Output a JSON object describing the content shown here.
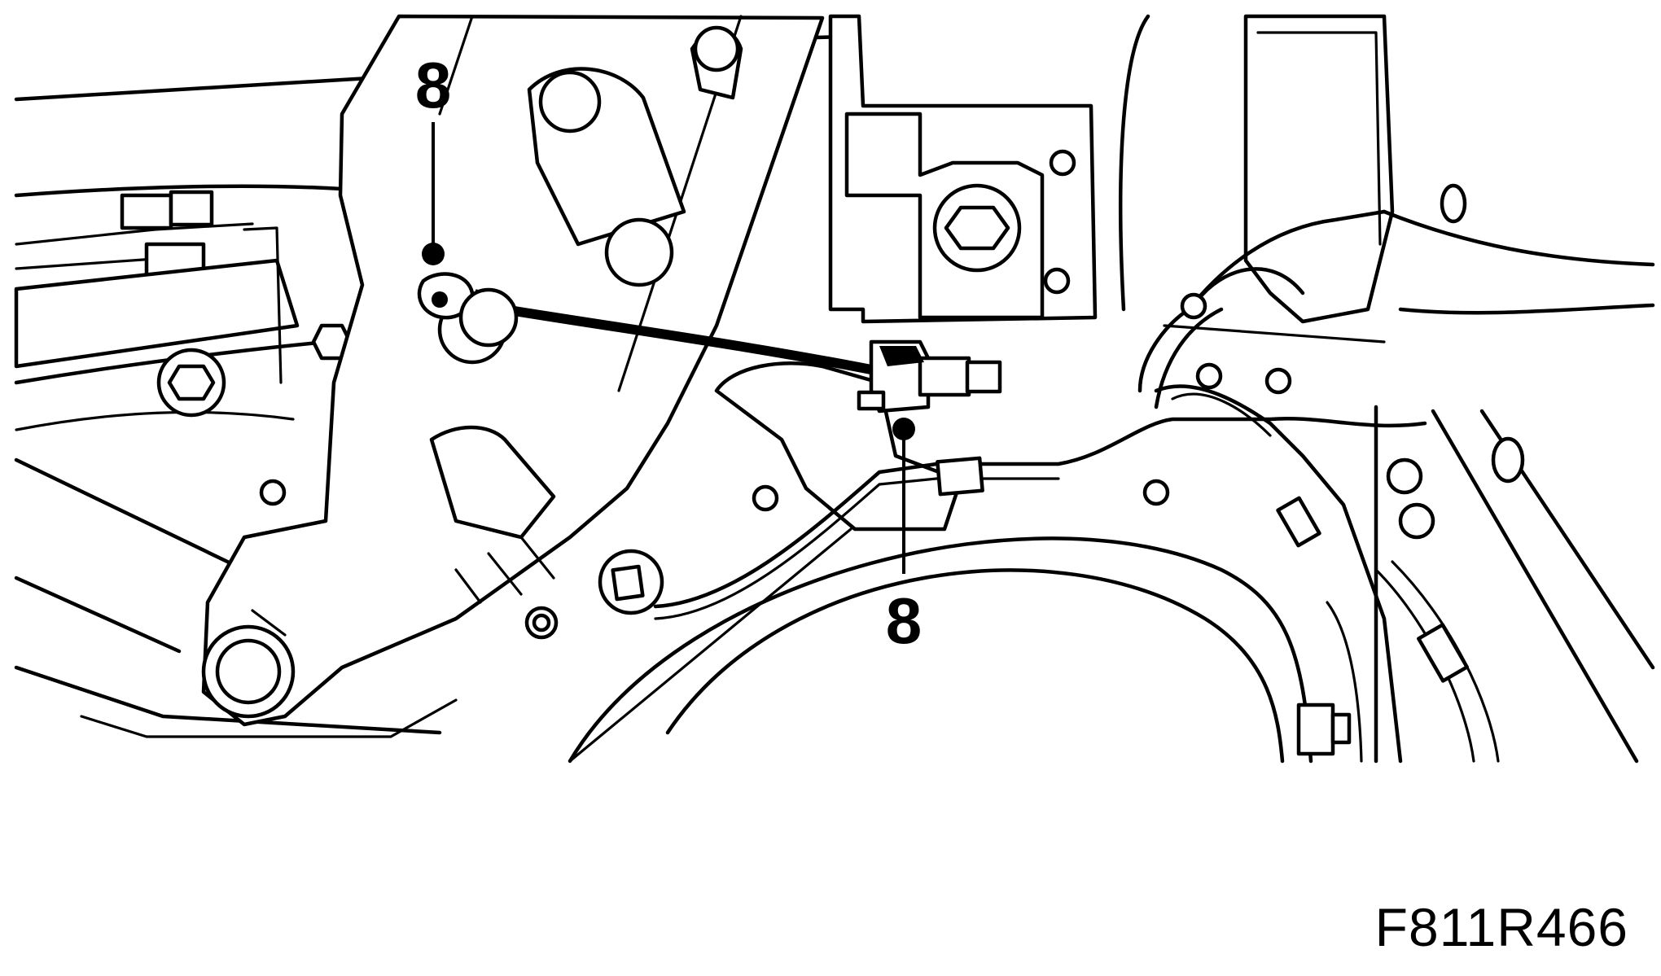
{
  "callouts": [
    {
      "label": "8"
    },
    {
      "label": "8"
    }
  ],
  "figure_code": "F811R466"
}
